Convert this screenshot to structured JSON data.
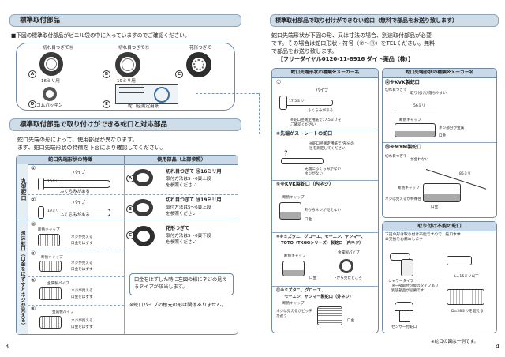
{
  "left": {
    "page_number": "3",
    "sec1": {
      "title": "標準取付部品",
      "intro": "■下図の標準取付部品がビニル袋の中に入っていますのでご確認ください。",
      "parts": [
        {
          "letter": "A",
          "name": "切れ目つぎて",
          "circled": "⑯",
          "size": "16ミリ用"
        },
        {
          "letter": "B",
          "name": "切れ目つぎて",
          "circled": "⑲",
          "size": "19ミリ用"
        },
        {
          "letter": "C",
          "name": "花形つぎて",
          "size": ""
        },
        {
          "letter": "D",
          "name": "ゴムパッキン",
          "size": ""
        },
        {
          "letter": "E",
          "name": "蛇口径測定用紙",
          "size": ""
        }
      ]
    },
    "sec2": {
      "title": "標準取付部品で取り付けができる蛇口と対応部品",
      "lead1": "蛇口先端の形によって、使用部品が異なります。",
      "lead2": "まず、蛇口先端形状の特徴を下図により確認してください。",
      "col1": "蛇口先端形状の特徴",
      "col2": "使用部品（上部参照）",
      "group1": "丸型蛇口",
      "group2": "泡沫蛇口（口金をはずすとネジが見える）",
      "row1": {
        "num": "①",
        "pipe": "パイプ",
        "dia": "16ミリ",
        "feat": "ふくらみがある",
        "part_letter": "A",
        "part": "切れ目つぎて",
        "part_size": "⑯16ミリ用",
        "note1": "取付方法は5〜6頁上段",
        "note2": "を参照ください"
      },
      "row2": {
        "num": "②",
        "pipe": "パイプ",
        "dia": "19ミリ",
        "feat": "ふくらみがある",
        "part_letter": "B",
        "part": "切れ目つぎて",
        "part_size": "⑲19ミリ用",
        "note1": "取付方法は5〜6頁上段",
        "note2": "を参照ください"
      },
      "row3": {
        "num": "③",
        "cap": "断熱キャップ",
        "l1": "ネジが見える",
        "l2": "口金をはずす",
        "part_letter": "C",
        "part": "花形つぎて",
        "note1": "取付方法は5〜6頁下段",
        "note2": "を参照ください"
      },
      "row4": {
        "num": "④",
        "cap": "断熱キャップ",
        "l1": "ネジが見える",
        "l2": "口金をはずす"
      },
      "row5": {
        "num": "⑤",
        "cap": "金属製パイプ",
        "l1": "ネジが見える",
        "l2": "口金をはずす"
      },
      "row6": {
        "num": "⑥",
        "cap": "金属製パイプ",
        "l1": "ネジが見える",
        "l2": "口金をはずす"
      },
      "notice": "口金をはずした時に左図の様にネジの見えるタイプが該当します。",
      "footnote": "※蛇口パイプの根元の形は関係ありません。"
    }
  },
  "right": {
    "page_number": "4",
    "title": "標準取付部品で取り付けができない蛇口（無料で部品をお送り致します）",
    "intro1": "蛇口先端形状が下図の形、又は寸法の場合、別途取付部品が必要",
    "intro2": "です。その場合は蛇口形状・符号（⑦〜⑪）をTELください。無料",
    "intro3": "で部品をお送り致します。",
    "hotline": "【フリーダイヤル0120-11-8916 ダイト薬品（株）】",
    "col_left_header": "蛇口先端形状の種類※メーカー名",
    "col_right_header": "蛇口先端形状の種類※メーカー名",
    "r7": {
      "num": "⑦",
      "l1": "パイプ",
      "l2": "17.5ミリ",
      "l3": "ふくらみがある",
      "l4": "※蛇口径測定用紙で17.5ミリを",
      "l5": "ご確認ください"
    },
    "r8": {
      "num": "⑧",
      "title": "先端がストレートの蛇口",
      "l1": "※蛇口径測定用紙で?部分の",
      "l2": "径を測定してください",
      "l3": "先端にふくらみがない",
      "l4": "ネジがない"
    },
    "r9": {
      "num": "⑨",
      "title": "※KVK製蛇口（内ネジ）",
      "cap": "断熱キャップ",
      "l1": "外からネジが見えない",
      "l2": "口金"
    },
    "r10": {
      "num": "⑩",
      "title": "※ミズタニ、グローエ、モーエン、ヤンマー、",
      "title2": "TOTO（TKGGシリーズ）製蛇口（内ネジ）",
      "l1": "金属製パイプ",
      "l2": "断熱キャップ",
      "l3": "口金",
      "l4": "下から見たところ"
    },
    "r11": {
      "num": "⑪",
      "title": "※ミズタニ、グローエ、",
      "title2": "モーエン、ヤンマー製蛇口（外ネジ）",
      "l1": "断熱キャップ",
      "l2": "ネジは見えるがピッチ",
      "l3": "が違う",
      "l4": "口金"
    },
    "r12": {
      "num": "⑫",
      "title": "※KVK製蛇口",
      "l1": "切れ目つぎて",
      "l2": "取り付けが落ちやすい",
      "l3": "56ミリ",
      "l4": "断熱キャップ",
      "l5": "ネジ部分が金属",
      "l6": "口金"
    },
    "r13": {
      "num": "⑬",
      "title": "※MYM製蛇口",
      "l1": "切れ目つぎて",
      "l2": "が合わない",
      "l3": "85ミリ",
      "l4": "断熱キャップ",
      "l5": "ネジは見えるが特殊径",
      "l6": "口金"
    },
    "unavail": {
      "title": "取り付け不能の蛇口",
      "l1": "下記の形は取り付け不能ですので、蛇口本体",
      "l2": "の交換をお薦めします",
      "shower": "シャワータイプ",
      "shower2": "（※一部取付可能のタイプあり",
      "shower3": "別途部品が必要です）",
      "dim1": "L=15ミリ以下",
      "dim2": "D=28ミリを超える",
      "sensor": "センサー付蛇口"
    },
    "footnote": "※蛇口の図は一例です。"
  },
  "colors": {
    "accent": "#cfdde9",
    "border": "#6f8aa6",
    "dashed": "#7a9ab8"
  }
}
